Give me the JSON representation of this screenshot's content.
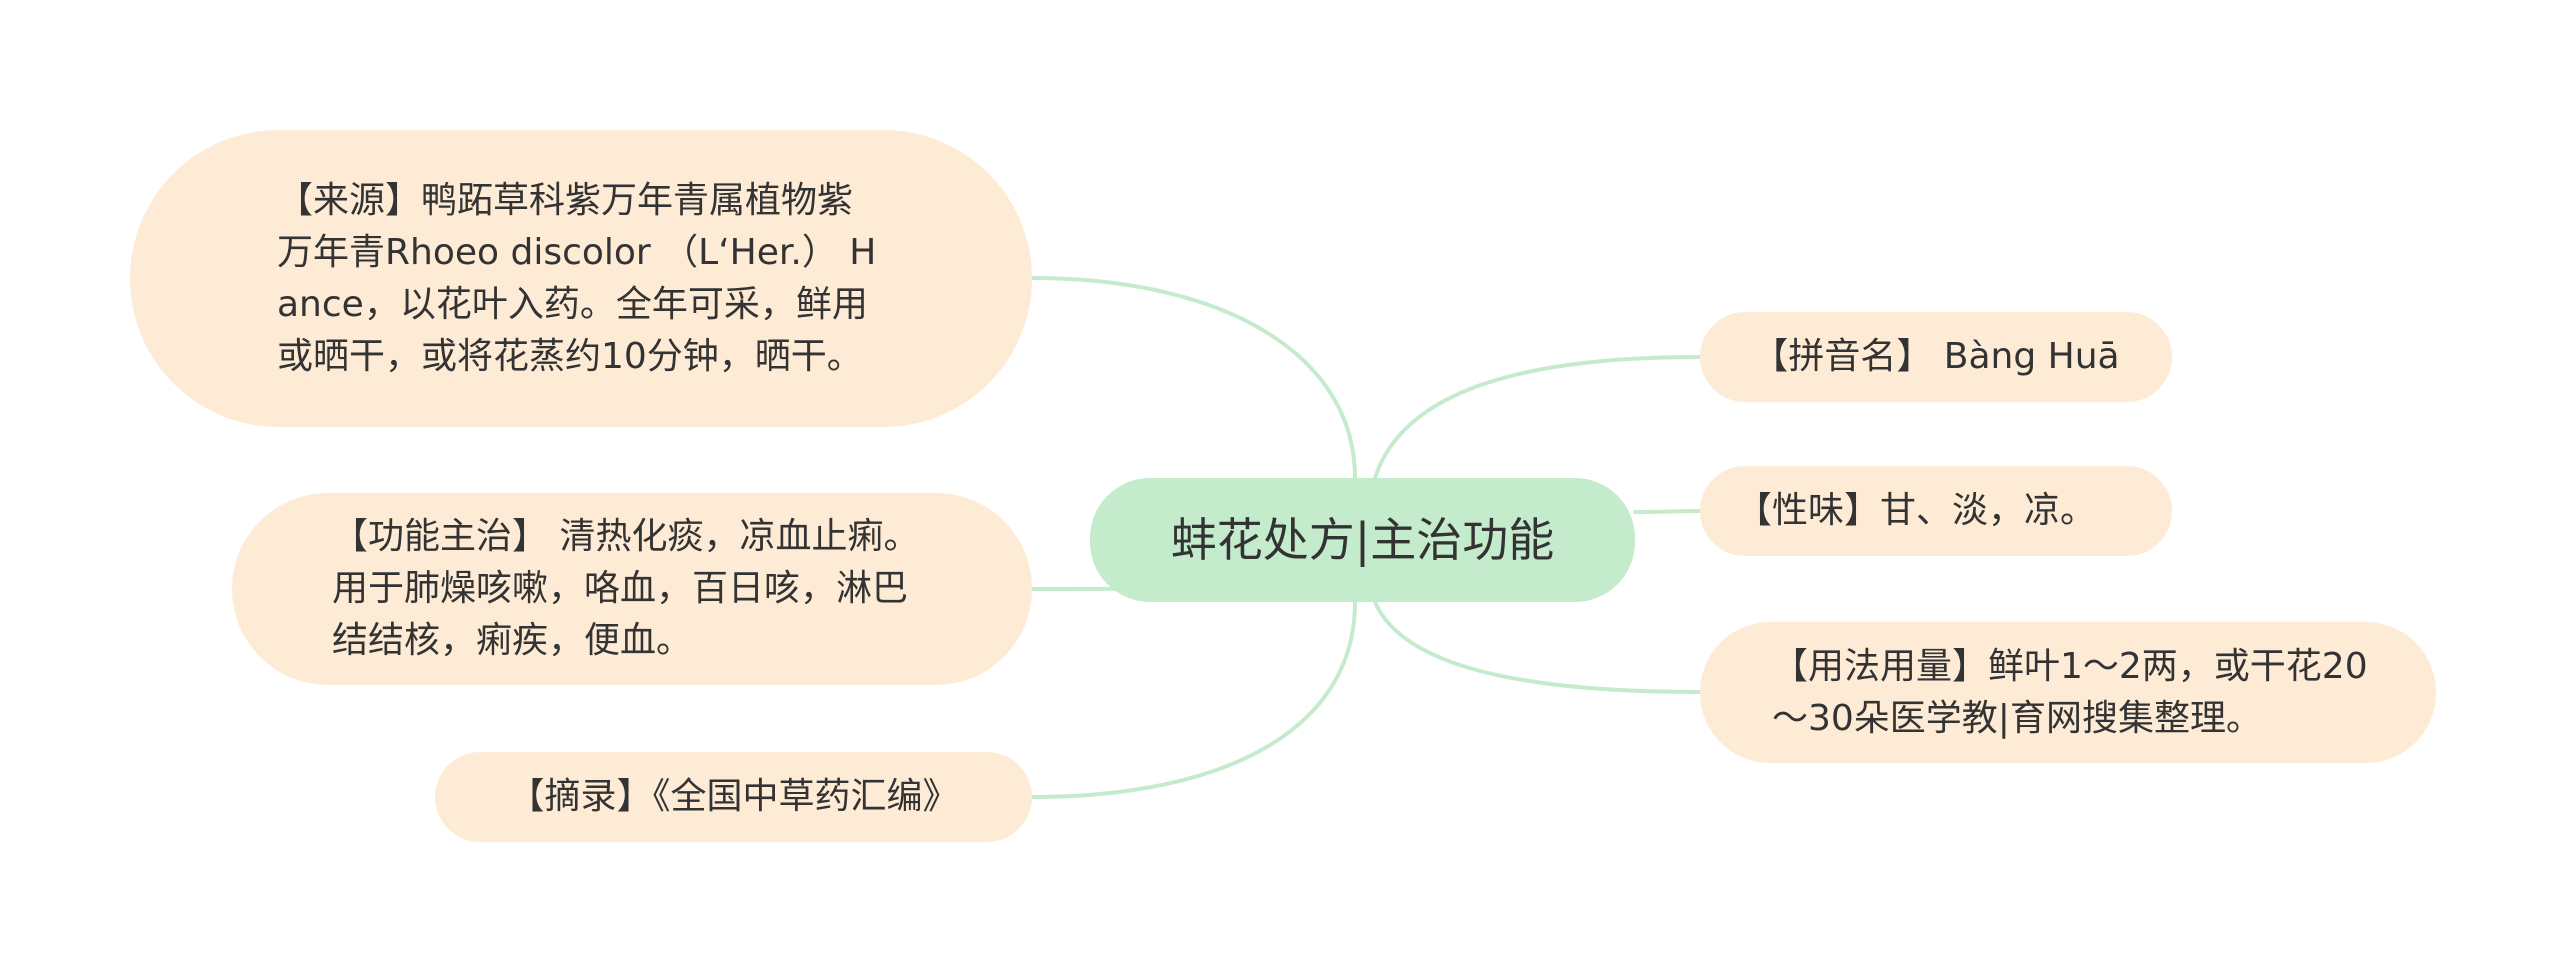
{
  "center": {
    "text": "蚌花处方|主治功能"
  },
  "left": [
    {
      "id": "source",
      "text": "【来源】鸭跖草科紫万年青属植物紫万年青Rhoeo discolor （L‘Her.） Hance，以花叶入药。全年可采，鲜用或晒干，或将花蒸约10分钟，晒干。"
    },
    {
      "id": "function",
      "text": "【功能主治】 清热化痰，凉血止痢。用于肺燥咳嗽，咯血，百日咳，淋巴结结核，痢疾，便血。"
    },
    {
      "id": "excerpt",
      "text": "【摘录】《全国中草药汇编》"
    }
  ],
  "right": [
    {
      "id": "pinyin",
      "text": "【拼音名】 Bàng Huā"
    },
    {
      "id": "taste",
      "text": "【性味】甘、淡，凉。"
    },
    {
      "id": "usage",
      "text": "【用法用量】鲜叶1～2两，或干花20～30朵医学教|育网搜集整理。"
    }
  ],
  "colors": {
    "center_fill": "#c5ebcd",
    "node_fill": "#fdebd6",
    "link": "#c5ebcd",
    "text": "#333333"
  }
}
